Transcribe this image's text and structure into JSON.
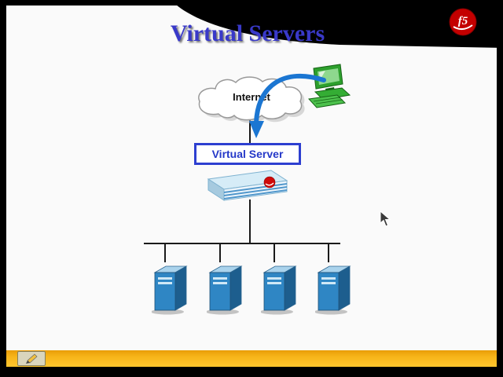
{
  "slide": {
    "title": "Virtual Servers",
    "diagram": {
      "cloud_label": "Internet",
      "virtual_server_label": "Virtual Server",
      "nodes": [
        "internet-cloud",
        "client-computer",
        "virtual-server",
        "bigip-device",
        "server-1",
        "server-2",
        "server-3",
        "server-4"
      ],
      "server_count": 4
    }
  },
  "brand": {
    "logo_text": "f5"
  },
  "icons": {
    "pen_tool": "pencil-icon",
    "cursor": "arrow-cursor-icon",
    "client": "computer-icon",
    "cloud": "cloud-icon",
    "device": "bigip-device-icon",
    "server": "server-tower-icon"
  },
  "colors": {
    "title_blue": "#3939c9",
    "arrow_blue": "#1b76d2",
    "virtual_server_border": "#2d3fd0",
    "server_blue": "#2f86c4",
    "device_stripe_blue": "#4f96cb",
    "footer_yellow": "#f6b318",
    "logo_red": "#cc0000"
  }
}
